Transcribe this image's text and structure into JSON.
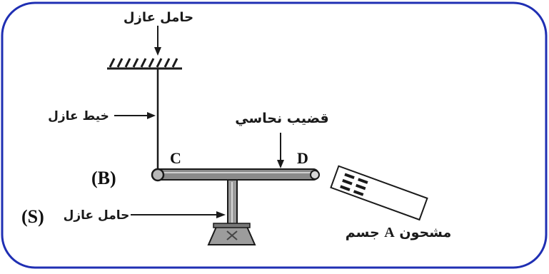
{
  "labels": {
    "insulating_support_top": "حامل عازل",
    "insulating_thread": "خيط عازل",
    "copper_rod": "قضيب نحاسي",
    "insulating_support_bottom": "حامل عازل",
    "charged_body_word1": "جسم",
    "charged_body_letter": "A",
    "charged_body_word2": "مشحون",
    "point_c": "C",
    "point_d": "D",
    "point_b": "(B)",
    "point_s": "(S)"
  },
  "colors": {
    "frame_border": "#1f2fb3",
    "ink": "#1a1a1a",
    "rod_fill": "#8a8a8a"
  }
}
